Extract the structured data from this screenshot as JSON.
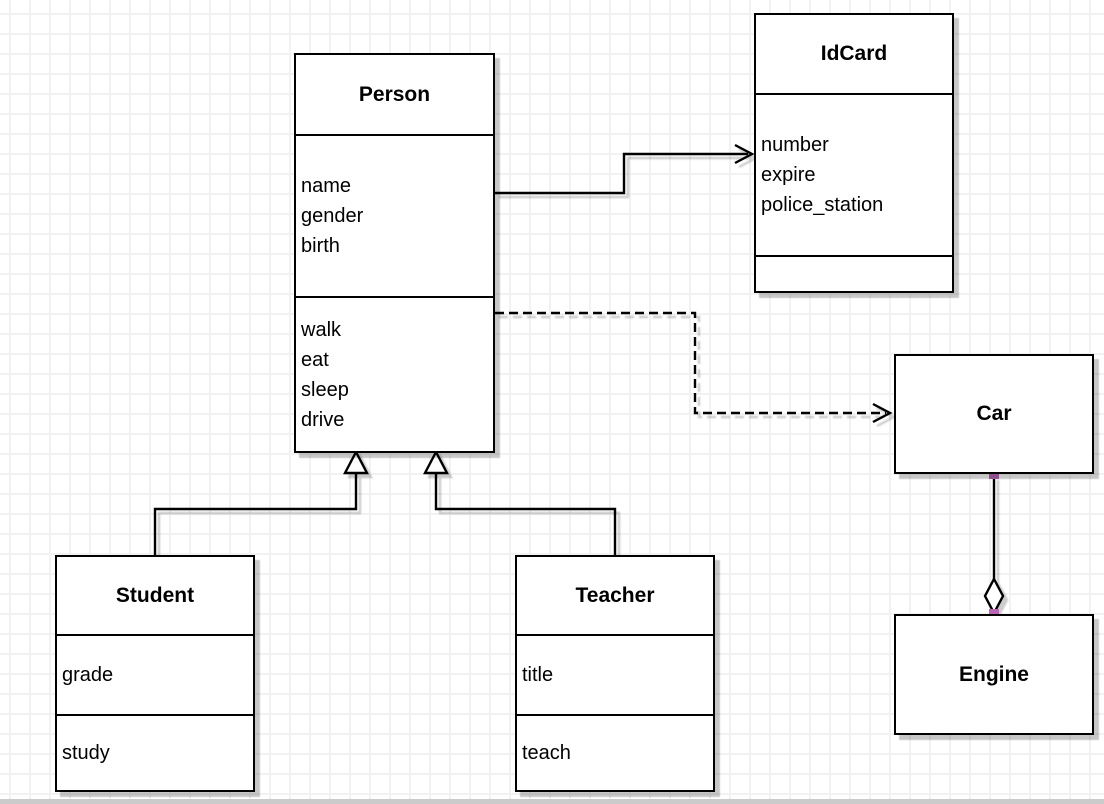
{
  "diagram": {
    "classes": {
      "person": {
        "name": "Person",
        "attributes": [
          "name",
          "gender",
          "birth"
        ],
        "methods": [
          "walk",
          "eat",
          "sleep",
          "drive"
        ]
      },
      "idcard": {
        "name": "IdCard",
        "attributes": [
          "number",
          "expire",
          "police_station"
        ],
        "methods": []
      },
      "car": {
        "name": "Car",
        "attributes": [],
        "methods": []
      },
      "engine": {
        "name": "Engine",
        "attributes": [],
        "methods": []
      },
      "student": {
        "name": "Student",
        "attributes": [
          "grade"
        ],
        "methods": [
          "study"
        ]
      },
      "teacher": {
        "name": "Teacher",
        "attributes": [
          "title"
        ],
        "methods": [
          "teach"
        ]
      }
    },
    "relationships": [
      {
        "from": "Person",
        "to": "IdCard",
        "type": "association",
        "line": "solid",
        "arrowhead": "open-arrow"
      },
      {
        "from": "Person",
        "to": "Car",
        "type": "dependency",
        "line": "dashed",
        "arrowhead": "open-arrow"
      },
      {
        "from": "Student",
        "to": "Person",
        "type": "generalization",
        "line": "solid",
        "arrowhead": "hollow-triangle"
      },
      {
        "from": "Teacher",
        "to": "Person",
        "type": "generalization",
        "line": "solid",
        "arrowhead": "hollow-triangle"
      },
      {
        "from": "Car",
        "to": "Engine",
        "type": "aggregation",
        "line": "solid",
        "arrowhead": "hollow-diamond"
      }
    ]
  },
  "colors": {
    "box_fill": "#ffffff",
    "box_border": "#000000",
    "connector": "#000000",
    "connection_handle": "#b865b5",
    "grid_line": "#f2f2f2",
    "canvas_background": "#ffffff",
    "bottom_edge": "#cbcbcb"
  }
}
